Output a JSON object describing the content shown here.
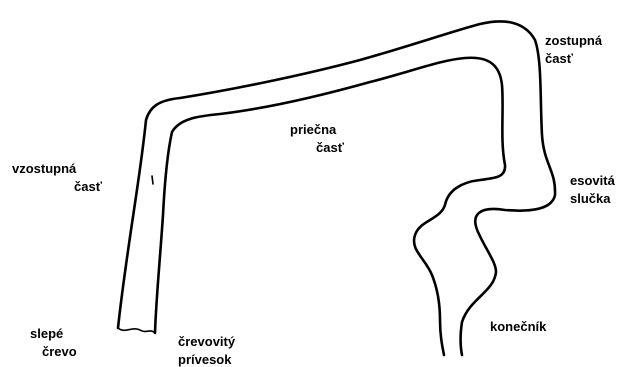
{
  "labels": {
    "vzostupna": [
      "vzostupná",
      "časť"
    ],
    "priecna": [
      "priečna",
      "časť"
    ],
    "zostupna": [
      "zostupná",
      "časť"
    ],
    "esovita": [
      "esovitá",
      "slučka"
    ],
    "slepe": [
      "slepé",
      "črevo"
    ],
    "chrevovity": [
      "črevovitý",
      "prívesok"
    ],
    "konecnik": [
      "konečník"
    ]
  },
  "colors": {
    "ink": "#000000",
    "paper": "#ffffff"
  }
}
